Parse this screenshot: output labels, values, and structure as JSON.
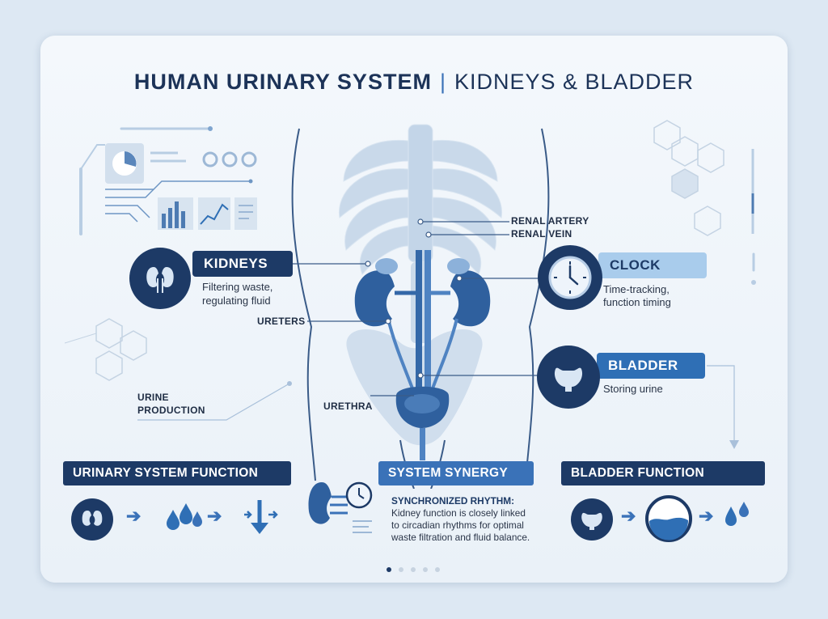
{
  "title": {
    "bold": "HUMAN URINARY SYSTEM",
    "separator": "|",
    "thin": "KIDNEYS & BLADDER"
  },
  "callouts": {
    "kidneys": {
      "label": "KIDNEYS",
      "desc_line1": "Filtering waste,",
      "desc_line2": "regulating fluid"
    },
    "clock": {
      "label": "CLOCK",
      "desc_line1": "Time-tracking,",
      "desc_line2": "function timing"
    },
    "bladder": {
      "label": "BLADDER",
      "desc_line1": "Storing urine"
    }
  },
  "anatomy_labels": {
    "renal_artery": "RENAL ARTERY",
    "renal_vein": "RENAL VEIN",
    "ureters": "URETERS",
    "urethra": "URETHRA",
    "urine_production_line1": "URINE",
    "urine_production_line2": "PRODUCTION"
  },
  "sections": {
    "urinary_function": {
      "label": "URINARY SYSTEM FUNCTION"
    },
    "system_synergy": {
      "label": "SYSTEM SYNERGY",
      "heading": "SYNCHRONIZED RHYTHM:",
      "line1": "Kidney function is closely linked",
      "line2": "to circadian rhythms for optimal",
      "line3": "waste filtration and fluid balance."
    },
    "bladder_function": {
      "label": "BLADDER FUNCTION"
    }
  },
  "pagination": {
    "total": 5,
    "active": 1
  },
  "colors": {
    "navy": "#1d3a66",
    "accent": "#3a72b8",
    "light_blue": "#a9ccec",
    "background": "#dde8f3"
  }
}
